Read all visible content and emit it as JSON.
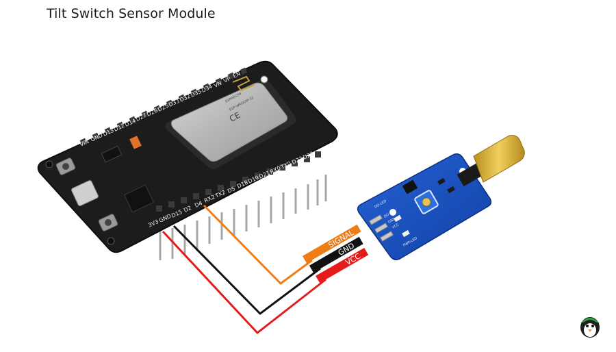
{
  "title": "Tilt Switch Sensor Module",
  "esp32": {
    "top_pins": [
      "VIN",
      "GND",
      "D13",
      "D12",
      "D14",
      "D27",
      "D26",
      "D25",
      "D33",
      "D32",
      "D35",
      "D34",
      "VN",
      "VP",
      "EN"
    ],
    "bottom_pins": [
      "3V3",
      "GND",
      "D15",
      "D2",
      "D4",
      "RX2",
      "TX2",
      "D5",
      "D18",
      "D19",
      "D21",
      "RX0",
      "TX0",
      "D22",
      "D23"
    ],
    "shield_text": [
      "ESPRESSIF",
      "ESP-WROOM-32"
    ]
  },
  "sensor": {
    "pins": [
      "SIGNAL",
      "GND",
      "VCC"
    ],
    "board_labels": [
      "DO",
      "GND",
      "VCC",
      "PWR-LED",
      "DO-LED"
    ]
  },
  "wires": [
    {
      "label": "SIGNAL",
      "color": "#ef7d17",
      "from": "D4"
    },
    {
      "label": "GND",
      "color": "#111111",
      "from": "GND"
    },
    {
      "label": "VCC",
      "color": "#e31b1b",
      "from": "3V3"
    }
  ],
  "colors": {
    "board": "#1c1c1c",
    "shield": "#b8b8b8",
    "sensor_pcb": "#1a4fbf",
    "tilt_switch": "#d9b33a"
  },
  "watermark_icon": "penguin-logo-icon"
}
